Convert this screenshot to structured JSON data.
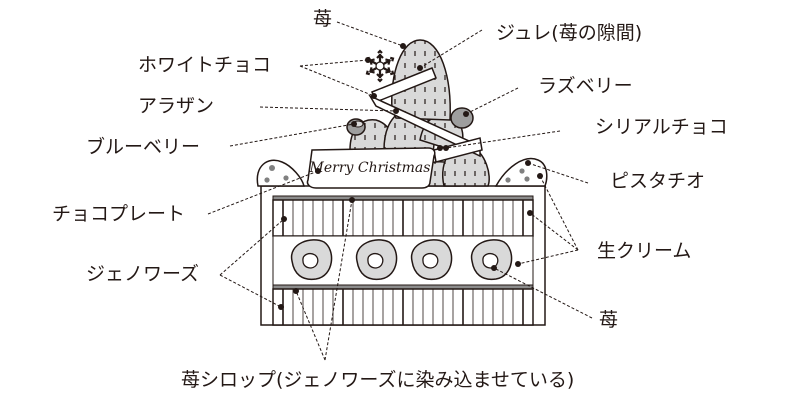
{
  "diagram": {
    "title": "Christmas cake cross-section",
    "plate_text": "Merry Christmas",
    "labels": {
      "strawberry_top": "苺",
      "jelly": "ジュレ(苺の隙間)",
      "white_chocolate": "ホワイトチョコ",
      "raspberry": "ラズベリー",
      "argent": "アラザン",
      "cereal_chocolate": "シリアルチョコ",
      "blueberry": "ブルーベリー",
      "pistachio": "ピスタチオ",
      "chocolate_plate": "チョコプレート",
      "fresh_cream": "生クリーム",
      "genoise": "ジェノワーズ",
      "strawberry_inside": "苺",
      "strawberry_syrup": "苺シロップ(ジェノワーズに染み込ませている)"
    },
    "colors": {
      "ink": "#231815",
      "strawberry_fill": "#d9d9d9",
      "berry_fill": "#9e9e9e",
      "cream_fill": "#ffffff",
      "syrup_band": "#8c8c8c",
      "pistachio_dot": "#808080"
    }
  }
}
